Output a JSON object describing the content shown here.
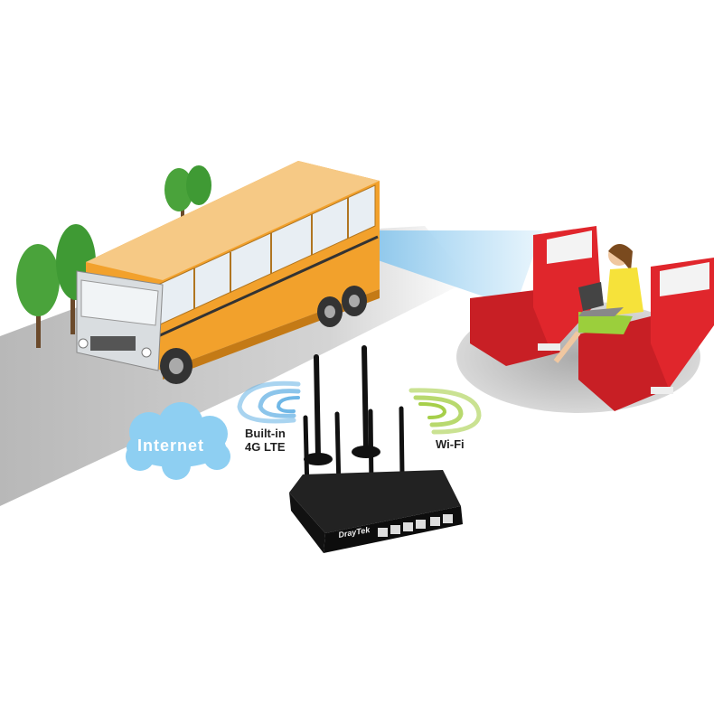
{
  "labels": {
    "internet": "Internet",
    "lte_line1": "Built-in",
    "lte_line2": "4G LTE",
    "wifi": "Wi-Fi"
  },
  "logo": "DrayTek",
  "colors": {
    "bus": "#f2a12c",
    "seat": "#d9252a",
    "cloud": "#8ecff2",
    "lte_waves": "#6fb7e6",
    "wifi_waves": "#a6cf4a",
    "beam": "#7ec6ef",
    "router": "#1a1a1a",
    "ground": "#bdbdbd"
  }
}
